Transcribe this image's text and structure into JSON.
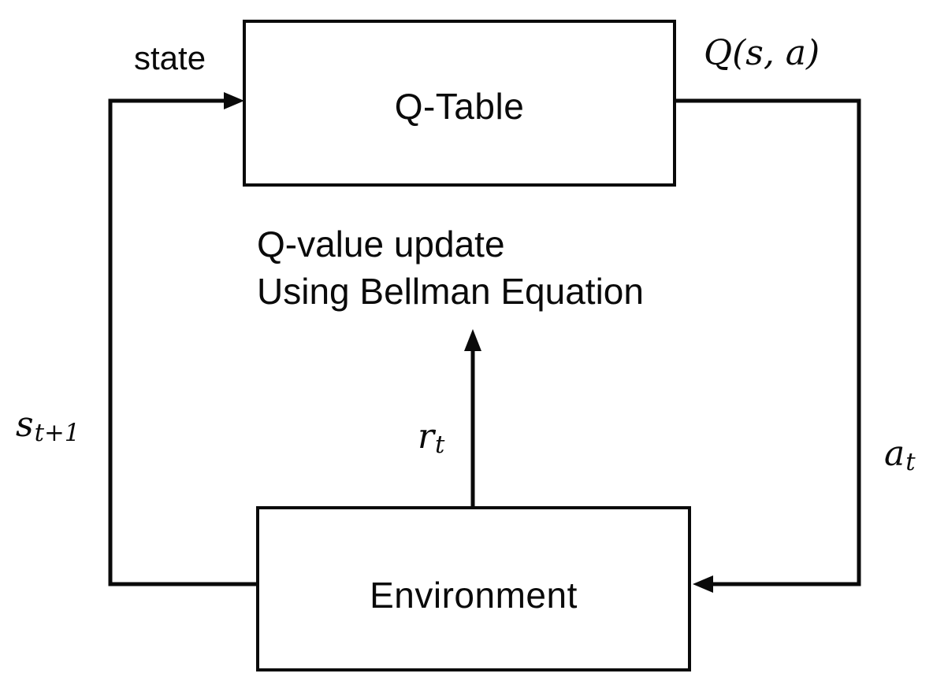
{
  "boxes": {
    "q_table": {
      "label": "Q-Table"
    },
    "environment": {
      "label": "Environment"
    }
  },
  "edge_labels": {
    "state": "state",
    "q_value": "Q(s, a)",
    "next_state": {
      "base": "s",
      "sub": "t+1"
    },
    "action": {
      "base": "a",
      "sub": "t"
    },
    "reward": {
      "base": "r",
      "sub": "t"
    }
  },
  "annotation": {
    "line1": "Q-value update",
    "line2": "Using Bellman Equation"
  },
  "colors": {
    "line": "#0a0a0a",
    "box_fill": "#ffffff",
    "background": "#ffffff",
    "text": "#0a0a0a"
  }
}
